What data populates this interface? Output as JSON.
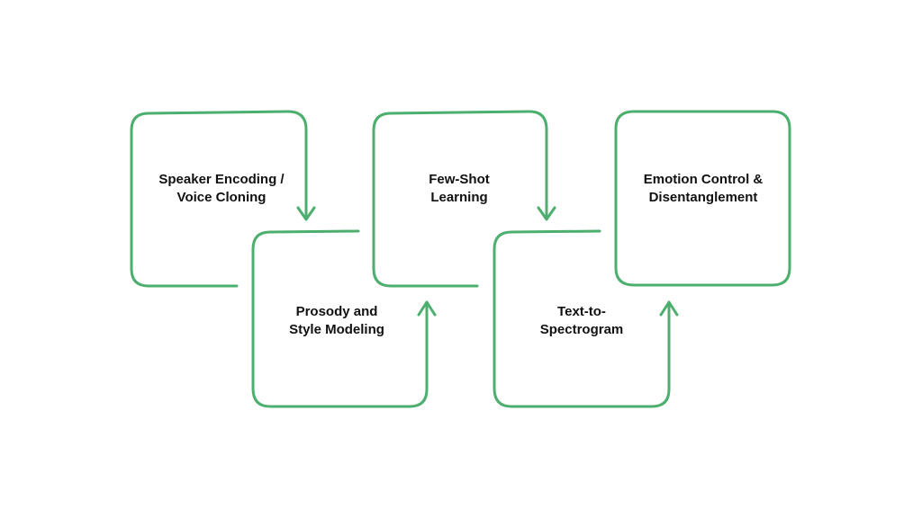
{
  "diagram": {
    "accent_color": "#4caf6e",
    "text_color": "#111111",
    "steps": [
      {
        "line1": "Speaker Encoding /",
        "line2": "Voice Cloning"
      },
      {
        "line1": "Prosody and",
        "line2": "Style Modeling"
      },
      {
        "line1": "Few-Shot",
        "line2": "Learning"
      },
      {
        "line1": "Text-to-",
        "line2": "Spectrogram"
      },
      {
        "line1": "Emotion Control &",
        "line2": "Disentanglement"
      }
    ]
  }
}
